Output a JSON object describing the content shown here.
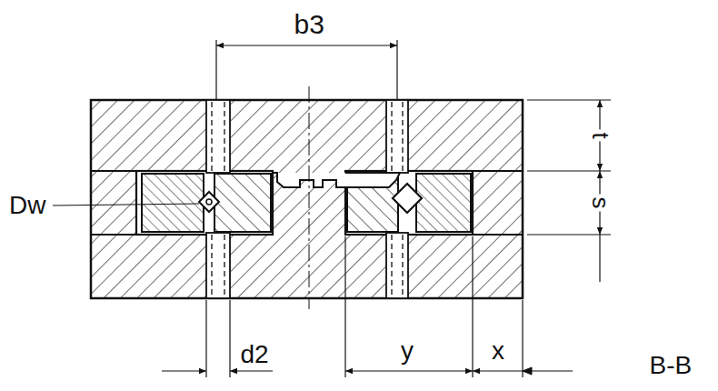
{
  "diagram": {
    "labels": [
      "b3",
      "t",
      "s",
      "Dw",
      "d2",
      "y",
      "x",
      "B-B"
    ]
  }
}
